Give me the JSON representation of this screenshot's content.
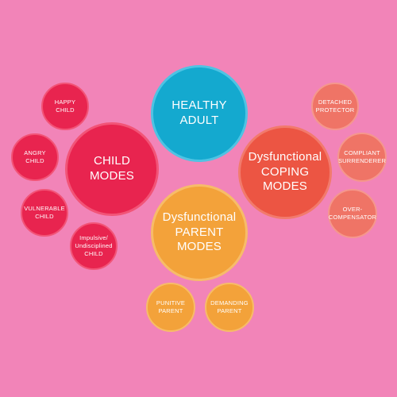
{
  "colors": {
    "background": "#F284B8",
    "healthy_fill": "#14A9CF",
    "healthy_border": "#4FC3E3",
    "child_fill": "#E8244F",
    "child_border": "#F25477",
    "coping_fill": "#EC5543",
    "coping_border": "#F27A6C",
    "coping_small_fill": "#EF7466",
    "coping_small_border": "#F5978C",
    "parent_fill": "#F3A23A",
    "parent_border": "#F7BC68"
  },
  "nodes": {
    "healthy_adult": {
      "label": "HEALTHY\nADULT"
    },
    "child_modes": {
      "label": "CHILD\nMODES"
    },
    "coping_modes": {
      "label": "Dysfunctional\nCOPING\nMODES"
    },
    "parent_modes": {
      "label": "Dysfunctional\nPARENT\nMODES"
    },
    "happy_child": {
      "label": "HAPPY\nCHILD"
    },
    "angry_child": {
      "label": "ANGRY\nCHILD"
    },
    "vulnerable_child": {
      "label": "VULNERABLE\nCHILD"
    },
    "impulsive_child": {
      "label": "Impulsive/\nUndisciplined\nCHILD"
    },
    "detached_protector": {
      "label": "DETACHED\nPROTECTOR"
    },
    "compliant_surrenderer": {
      "label": "COMPLIANT\nSURRENDERER"
    },
    "over_compensator": {
      "label": "OVER-\nCOMPENSATOR"
    },
    "punitive_parent": {
      "label": "PUNITIVE\nPARENT"
    },
    "demanding_parent": {
      "label": "DEMANDING\nPARENT"
    }
  }
}
